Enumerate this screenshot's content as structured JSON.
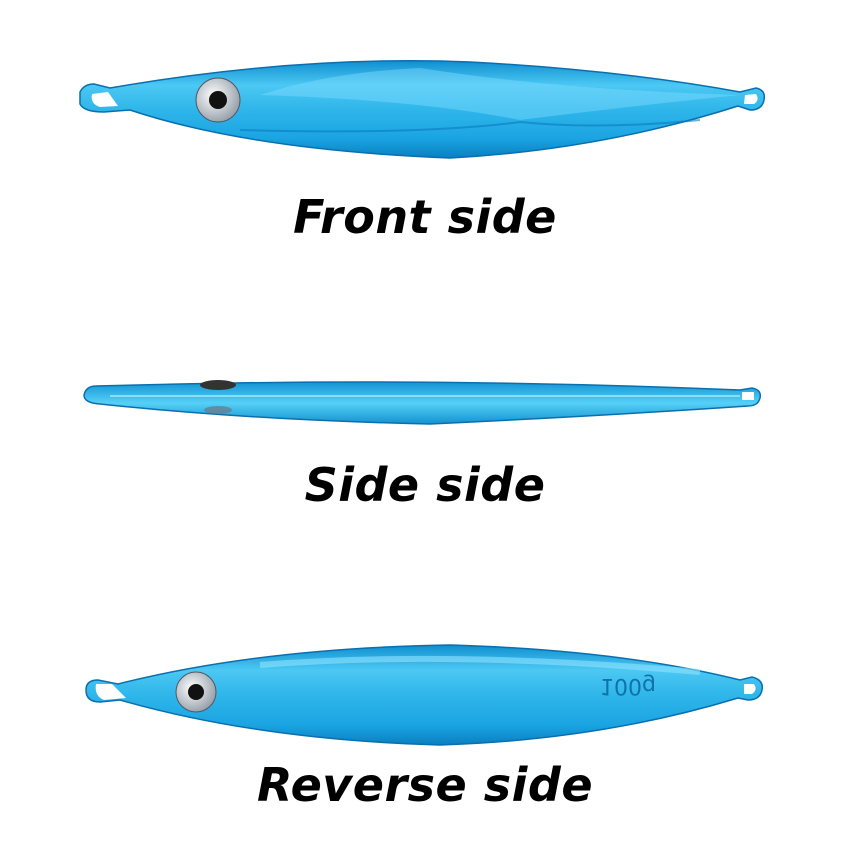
{
  "views": [
    {
      "label": "Front side"
    },
    {
      "label": "Side side"
    },
    {
      "label": "Reverse side",
      "weight_marking": "100g"
    }
  ],
  "colors": {
    "lure_body": "#2fb6ea",
    "lure_highlight": "#8fe3ff",
    "lure_shadow": "#0a7fc0",
    "background": "#ffffff",
    "text": "#000000"
  }
}
